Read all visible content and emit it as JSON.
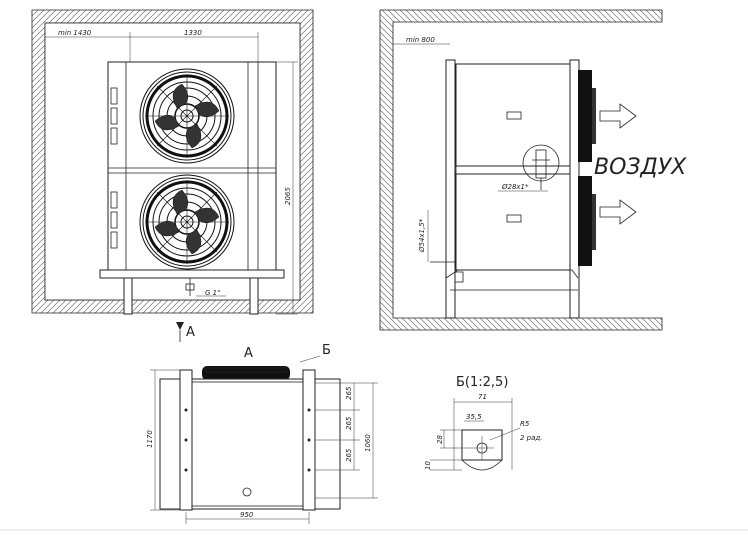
{
  "front_view": {
    "wall_gap_label": "min 1430",
    "width_label": "1330",
    "height_label": "2065",
    "pipe_label": "G 1\"",
    "view_marker_label": "A"
  },
  "side_view": {
    "wall_gap_label": "min 800",
    "pipe_diameter_label": "Ø28x1*",
    "drain_label": "Ø54x1,5*",
    "airflow_label": "ВОЗДУХ"
  },
  "top_view": {
    "view_a_label": "А",
    "section_b_label": "Б",
    "depth_label": "950",
    "total_height_label": "1170",
    "inner_height_label": "1060",
    "spacing_labels": [
      "265",
      "265",
      "265"
    ]
  },
  "detail_b": {
    "title": "Б(1:2,5)",
    "width_label": "71",
    "half_label": "35,5",
    "radius_label": "R5",
    "holes_label": "2 рад.",
    "offset_label": "28",
    "bottom_label": "10"
  },
  "colors": {
    "line": "#222222",
    "hatch": "#444444",
    "fan": "#111111"
  }
}
